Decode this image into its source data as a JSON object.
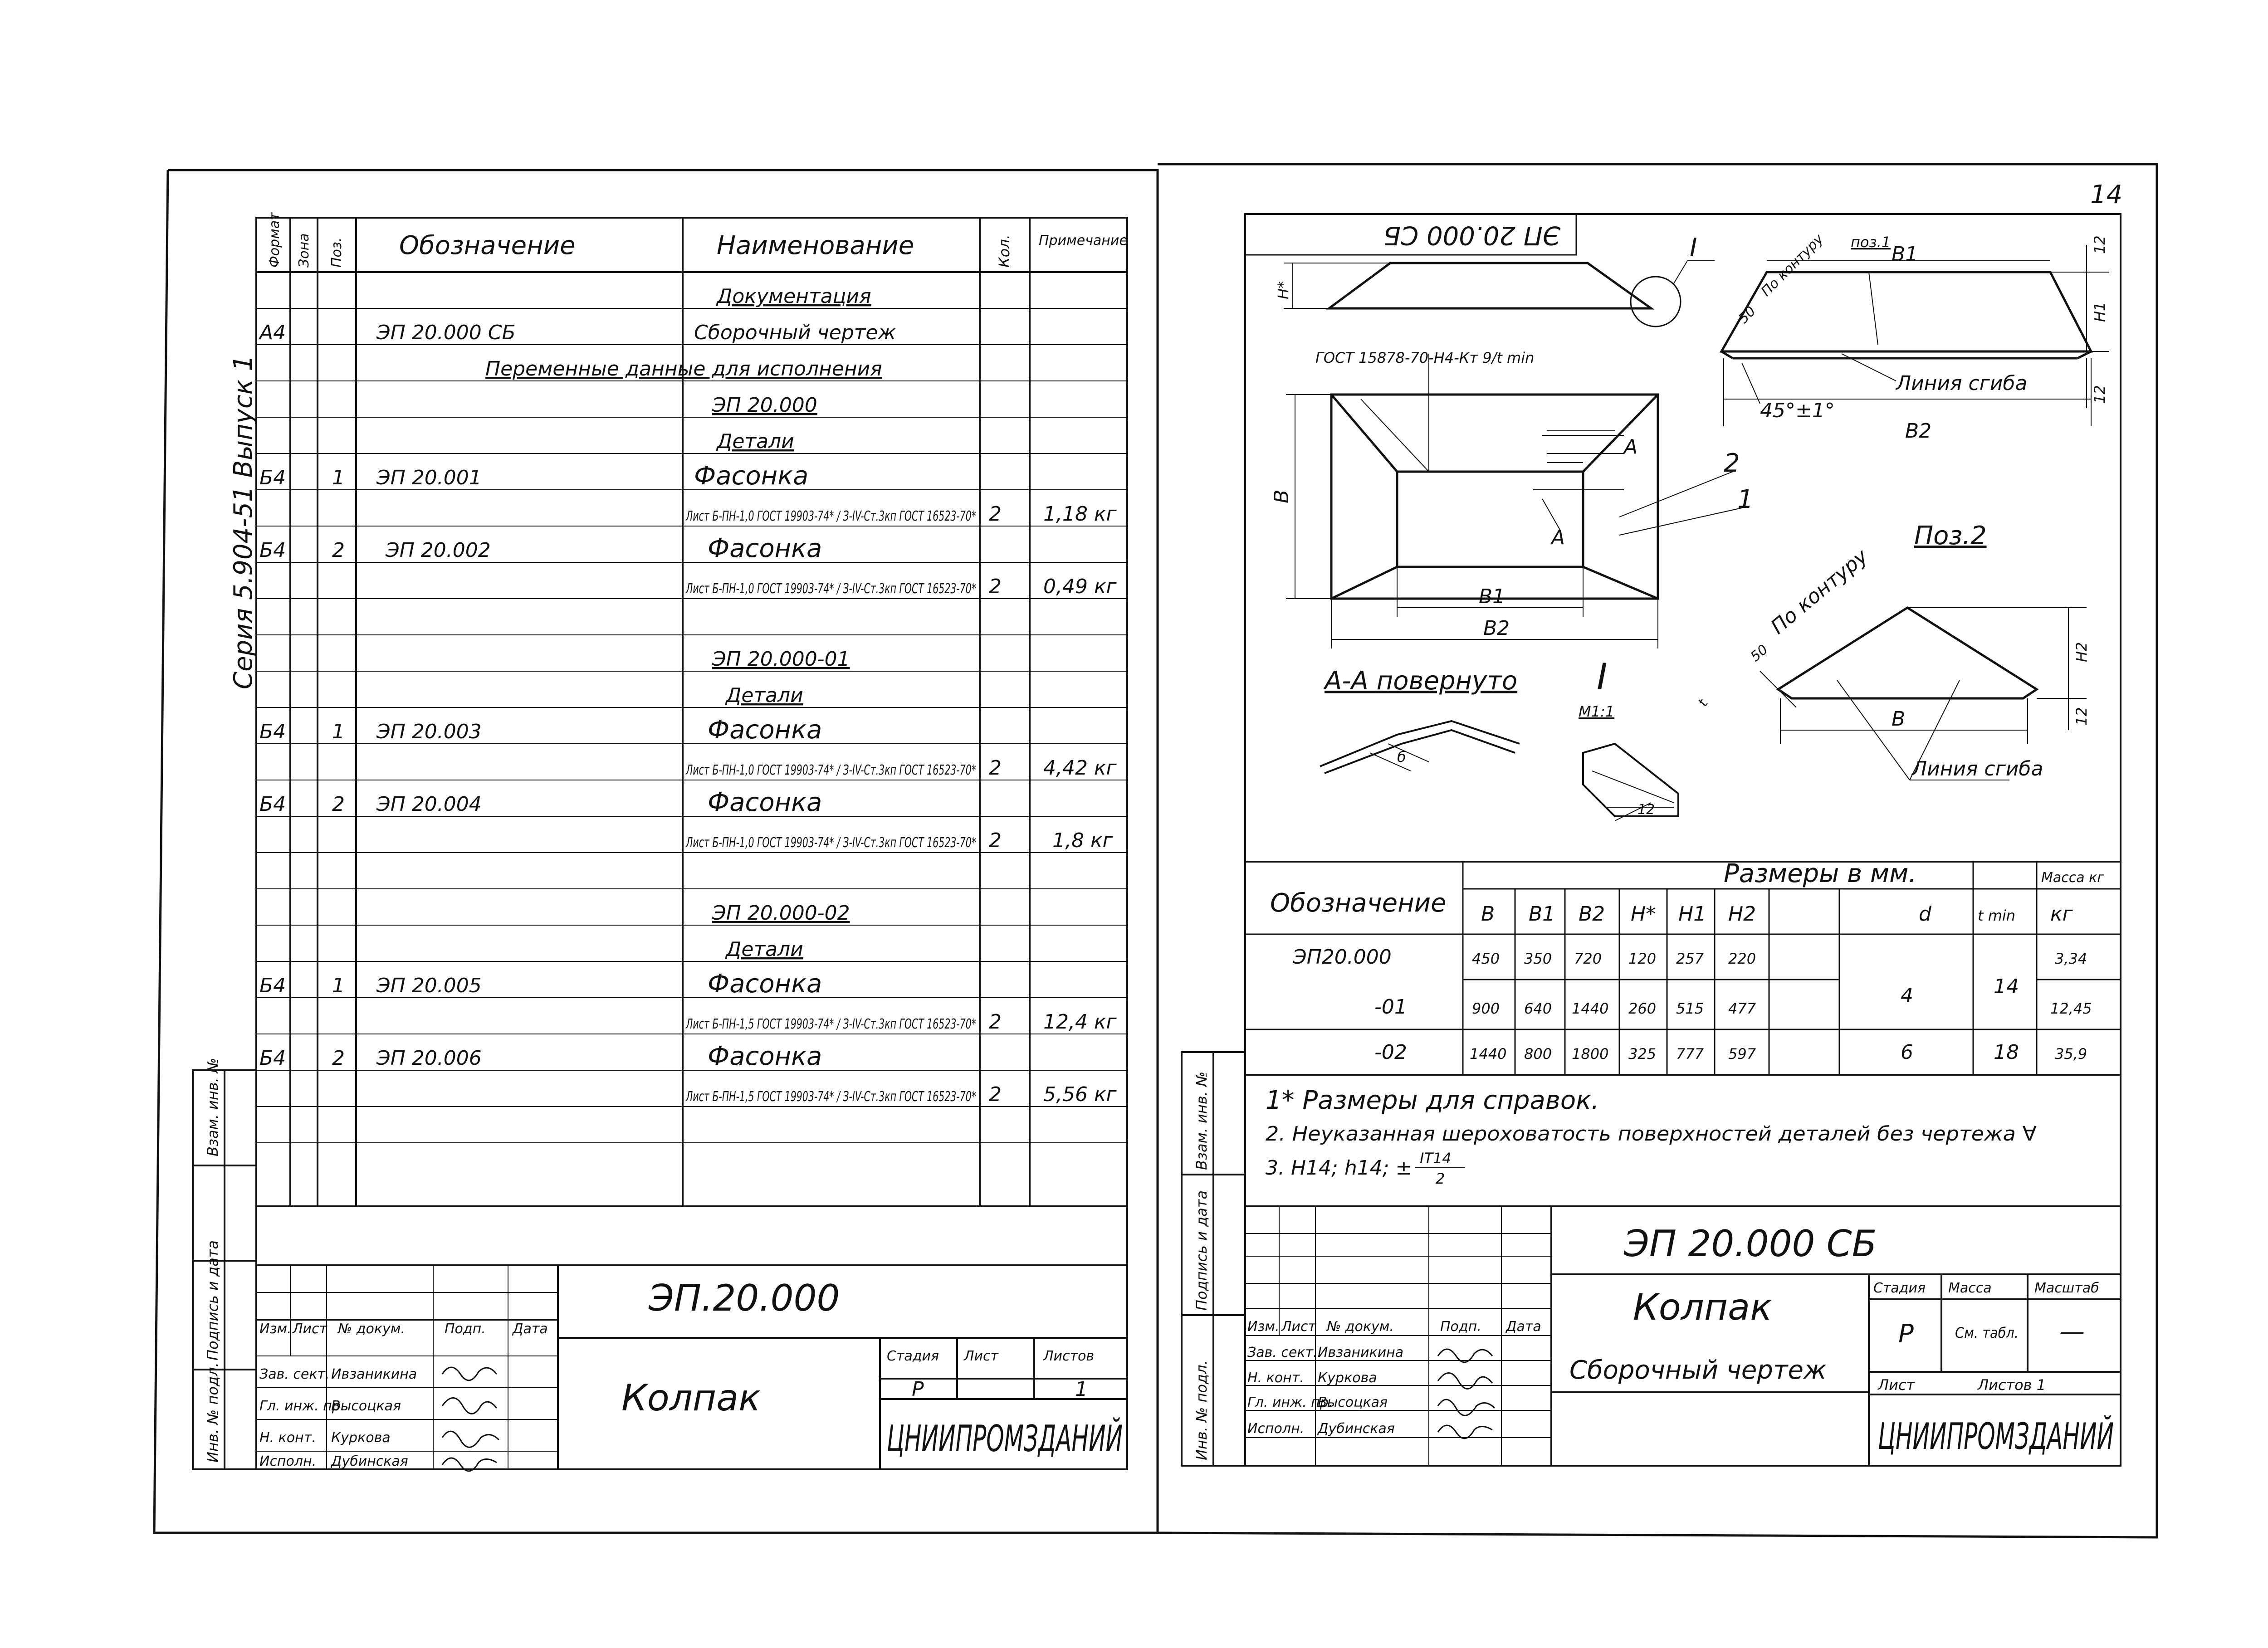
{
  "sheet_number": "14",
  "series_label": "Серия 5.904-51 Выпуск 1",
  "spec": {
    "headers": {
      "format": "Формат",
      "zone": "Зона",
      "pos": "Поз.",
      "designation": "Обозначение",
      "name": "Наименование",
      "qty": "Кол.",
      "note": "Примечание"
    },
    "rows": [
      {
        "format": "",
        "pos": "",
        "designation": "",
        "name": "Документация",
        "qty": "",
        "note": ""
      },
      {
        "format": "А4",
        "pos": "",
        "designation": "ЭП 20.000 СБ",
        "name": "Сборочный чертеж",
        "qty": "",
        "note": ""
      },
      {
        "format": "",
        "pos": "",
        "designation": "Переменные данные для исполнения",
        "name": "",
        "qty": "",
        "note": ""
      },
      {
        "format": "",
        "pos": "",
        "designation": "",
        "name": "ЭП 20.000",
        "qty": "",
        "note": ""
      },
      {
        "format": "",
        "pos": "",
        "designation": "",
        "name": "Детали",
        "qty": "",
        "note": ""
      },
      {
        "format": "Б4",
        "pos": "1",
        "designation": "ЭП 20.001",
        "name": "Фасонка",
        "qty": "",
        "note": ""
      },
      {
        "format": "",
        "pos": "",
        "designation": "",
        "name": "Лист Б-ПН-1,0 ГОСТ 19903-74* / З-IV-Ст.3кп ГОСТ 16523-70*",
        "qty": "2",
        "note": "1,18 кг"
      },
      {
        "format": "Б4",
        "pos": "2",
        "designation": "ЭП 20.002",
        "name": "Фасонка",
        "qty": "",
        "note": ""
      },
      {
        "format": "",
        "pos": "",
        "designation": "",
        "name": "Лист Б-ПН-1,0 ГОСТ 19903-74* / З-IV-Ст.3кп ГОСТ 16523-70*",
        "qty": "2",
        "note": "0,49 кг"
      },
      {
        "format": "",
        "pos": "",
        "designation": "",
        "name": "",
        "qty": "",
        "note": ""
      },
      {
        "format": "",
        "pos": "",
        "designation": "",
        "name": "ЭП 20.000-01",
        "qty": "",
        "note": ""
      },
      {
        "format": "",
        "pos": "",
        "designation": "",
        "name": "Детали",
        "qty": "",
        "note": ""
      },
      {
        "format": "Б4",
        "pos": "1",
        "designation": "ЭП 20.003",
        "name": "Фасонка",
        "qty": "",
        "note": ""
      },
      {
        "format": "",
        "pos": "",
        "designation": "",
        "name": "Лист Б-ПН-1,0 ГОСТ 19903-74* / З-IV-Ст.3кп ГОСТ 16523-70*",
        "qty": "2",
        "note": "4,42 кг"
      },
      {
        "format": "Б4",
        "pos": "2",
        "designation": "ЭП 20.004",
        "name": "Фасонка",
        "qty": "",
        "note": ""
      },
      {
        "format": "",
        "pos": "",
        "designation": "",
        "name": "Лист Б-ПН-1,0 ГОСТ 19903-74* / З-IV-Ст.3кп ГОСТ 16523-70*",
        "qty": "2",
        "note": "1,8 кг"
      },
      {
        "format": "",
        "pos": "",
        "designation": "",
        "name": "",
        "qty": "",
        "note": ""
      },
      {
        "format": "",
        "pos": "",
        "designation": "",
        "name": "ЭП 20.000-02",
        "qty": "",
        "note": ""
      },
      {
        "format": "",
        "pos": "",
        "designation": "",
        "name": "Детали",
        "qty": "",
        "note": ""
      },
      {
        "format": "Б4",
        "pos": "1",
        "designation": "ЭП 20.005",
        "name": "Фасонка",
        "qty": "",
        "note": ""
      },
      {
        "format": "",
        "pos": "",
        "designation": "",
        "name": "Лист Б-ПН-1,5 ГОСТ 19903-74* / З-IV-Ст.3кп ГОСТ 16523-70*",
        "qty": "2",
        "note": "12,4 кг"
      },
      {
        "format": "Б4",
        "pos": "2",
        "designation": "ЭП 20.006",
        "name": "Фасонка",
        "qty": "",
        "note": ""
      },
      {
        "format": "",
        "pos": "",
        "designation": "",
        "name": "Лист Б-ПН-1,5 ГОСТ 19903-74* / З-IV-Ст.3кп ГОСТ 16523-70*",
        "qty": "2",
        "note": "5,56 кг"
      }
    ]
  },
  "side_labels": {
    "inv_no": "Инв. № подл.",
    "sign_date": "Подпись и дата",
    "replace_inv": "Взам. инв. №"
  },
  "title_block_left": {
    "code": "ЭП.20.000",
    "name": "Колпак",
    "org": "ЦНИИПРОМЗДАНИЙ",
    "header": [
      "Изм.",
      "Лист",
      "№ докум.",
      "Подп.",
      "Дата"
    ],
    "people": [
      {
        "role": "Зав. сект.",
        "name": "Ивзаникина"
      },
      {
        "role": "Гл. инж. пр.",
        "name": "Высоцкая"
      },
      {
        "role": "Н. конт.",
        "name": "Куркова"
      },
      {
        "role": "Исполн.",
        "name": "Дубинская"
      }
    ],
    "stage_label": "Стадия",
    "sheet_label": "Лист",
    "sheets_label": "Листов",
    "stage": "Р",
    "sheets": "1"
  },
  "drawing": {
    "stamp_rot": "ЭП 20.000 СБ",
    "detail_mark": "I",
    "gost_note": "ГОСТ 15878-70-Н4-Кт 9/t min",
    "section_label": "А-А повернуто",
    "detail_scale": "М1:1",
    "leader_1": "1",
    "leader_2": "2",
    "section_mark": "А",
    "pos1": "поз.1",
    "pos2": "Поз.2",
    "contour": "По контуру",
    "bend_line": "Линия сгиба",
    "angle": "45°±1°",
    "dim50": "50",
    "b": "В",
    "b1": "В1",
    "b2": "В2",
    "h": "Н*",
    "h1": "Н1",
    "h2": "Н2",
    "t12": "12",
    "b_sect": "б",
    "r_mark": "t",
    "zone_m": "12"
  },
  "dims": {
    "header_label": "Обозначение",
    "sizes_label": "Размеры в мм.",
    "mass_label": "Масса кг",
    "cols": [
      "В",
      "В1",
      "В2",
      "Н*",
      "Н1",
      "Н2",
      "d",
      "t min",
      "кг"
    ],
    "rows": [
      {
        "code": "ЭП20.000",
        "v": [
          "450",
          "350",
          "720",
          "120",
          "257",
          "220"
        ],
        "mass": "3,34"
      },
      {
        "code": "-01",
        "v": [
          "900",
          "640",
          "1440",
          "260",
          "515",
          "477"
        ],
        "mass": "12,45"
      },
      {
        "code": "-02",
        "v": [
          "1440",
          "800",
          "1800",
          "325",
          "777",
          "597"
        ],
        "mass": "35,9"
      }
    ],
    "d_a": "4",
    "t_a": "14",
    "d_b": "6",
    "t_b": "18"
  },
  "notes": {
    "n1": "1* Размеры для справок.",
    "n2": "2. Неуказанная шероховатость поверхностей деталей без чертежа ∀",
    "n3": "3. Н14; h14; ±",
    "n3_frac_top": "IT14",
    "n3_frac_bot": "2"
  },
  "title_block_right": {
    "code": "ЭП 20.000 СБ",
    "name": "Колпак",
    "doc": "Сборочный чертеж",
    "org": "ЦНИИПРОМЗДАНИЙ",
    "header": [
      "Изм.",
      "Лист",
      "№ докум.",
      "Подп.",
      "Дата"
    ],
    "people": [
      {
        "role": "Зав. сект.",
        "name": "Ивзаникина"
      },
      {
        "role": "Н. конт.",
        "name": "Куркова"
      },
      {
        "role": "Гл. инж. пр.",
        "name": "Высоцкая"
      },
      {
        "role": "Исполн.",
        "name": "Дубинская"
      }
    ],
    "stage_label": "Стадия",
    "mass_label": "Масса",
    "scale_label": "Масштаб",
    "stage": "Р",
    "mass": "См. табл.",
    "scale": "—",
    "sheet_label": "Лист",
    "sheets_label": "Листов 1"
  }
}
